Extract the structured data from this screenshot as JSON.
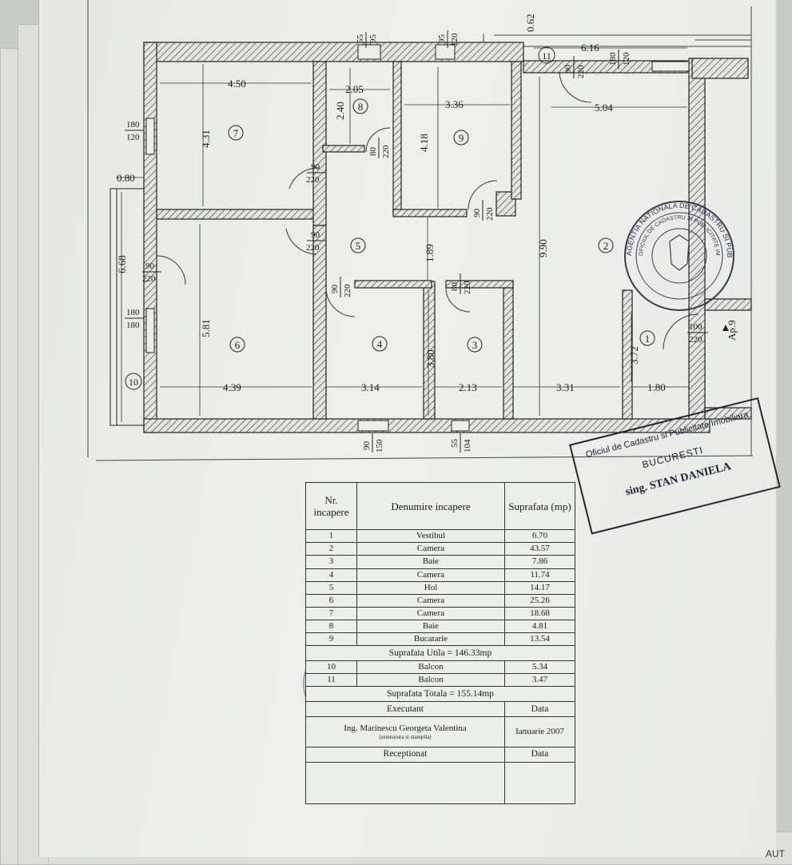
{
  "rooms": [
    {
      "n": "1"
    },
    {
      "n": "2"
    },
    {
      "n": "3"
    },
    {
      "n": "4"
    },
    {
      "n": "5"
    },
    {
      "n": "6"
    },
    {
      "n": "7"
    },
    {
      "n": "8"
    },
    {
      "n": "9"
    },
    {
      "n": "10"
    },
    {
      "n": "11"
    }
  ],
  "dimensions": {
    "r7_w": "4.50",
    "r7_h": "4.31",
    "r8_w": "2.05",
    "r8_h": "2.40",
    "r9_w": "3.36",
    "r9_h": "4.18",
    "top_w": "6.16",
    "top_off": "0.62",
    "r2_w": "5.04",
    "r2_h": "9.90",
    "left_off": "0.80",
    "r10_h": "6.68",
    "r6_h": "5.81",
    "r6_w": "4.39",
    "r4_w": "3.14",
    "r4_h": "3.80",
    "r3_w": "2.13",
    "hall_h": "1.89",
    "r2_bw": "3.31",
    "r1_w": "1.80",
    "r1_h": "3.72"
  },
  "openings": {
    "w_top1_a": "55",
    "w_top1_b": "95",
    "w_top2_a": "95",
    "w_top2_b": "120",
    "w_top3_a": "180",
    "w_top3_b": "120",
    "d_top_a": "90",
    "d_top_b": "220",
    "w_left_a": "180",
    "w_left_b": "120",
    "d7_a": "90",
    "d7_b": "220",
    "d8_a": "80",
    "d8_b": "220",
    "d9_a": "90",
    "d9_b": "220",
    "d6a_a": "90",
    "d6a_b": "220",
    "d6b_a": "90",
    "d6b_b": "220",
    "w10_a": "180",
    "w10_b": "180",
    "d4_a": "90",
    "d4_b": "220",
    "d3_a": "80",
    "d3_b": "220",
    "d1_a": "100",
    "d1_b": "220",
    "ap": "Ap.9",
    "wb1_a": "90",
    "wb1_b": "150",
    "wb2_a": "55",
    "wb2_b": "104"
  },
  "table": {
    "h_nr": "Nr. incapere",
    "h_name": "Denumire incapere",
    "h_area": "Suprafata (mp)",
    "rows": [
      {
        "nr": "1",
        "name": "Vestibul",
        "area": "6.70"
      },
      {
        "nr": "2",
        "name": "Camera",
        "area": "43.57"
      },
      {
        "nr": "3",
        "name": "Baie",
        "area": "7.86"
      },
      {
        "nr": "4",
        "name": "Camera",
        "area": "11.74"
      },
      {
        "nr": "5",
        "name": "Hol",
        "area": "14.17"
      },
      {
        "nr": "6",
        "name": "Camera",
        "area": "25.26"
      },
      {
        "nr": "7",
        "name": "Camera",
        "area": "18.68"
      },
      {
        "nr": "8",
        "name": "Baie",
        "area": "4.81"
      },
      {
        "nr": "9",
        "name": "Bucatarie",
        "area": "13.54"
      }
    ],
    "useful": "Suprafata Utila = 146.33mp",
    "balconies": [
      {
        "nr": "10",
        "name": "Balcon",
        "area": "5.34"
      },
      {
        "nr": "11",
        "name": "Balcon",
        "area": "3.47"
      }
    ],
    "total": "Suprafata Totala = 155.14mp",
    "executant_label": "Executant",
    "data_label": "Data",
    "executant_name": "Ing. Marinescu Georgeta Valentina",
    "executant_sub": "(semnatura si stampila)",
    "date_value": "Ianuarie 2007",
    "received_label": "Receptionat",
    "data_label2": "Data"
  },
  "stamp": {
    "line1": "Oficiul de Cadastru si Publicitate Imobiliara",
    "line2": "BUCURESTI",
    "line3": "sing. STAN DANIELA"
  },
  "seal": {
    "outer": "AGENTIA NATIONALA DE CADASTRU SI PUBLICITATE IMOBILIARA",
    "inner": "OFICIUL DE CADASTRU SI PUBLICITATE IMOBILIARA"
  },
  "edge_text": "AUT"
}
